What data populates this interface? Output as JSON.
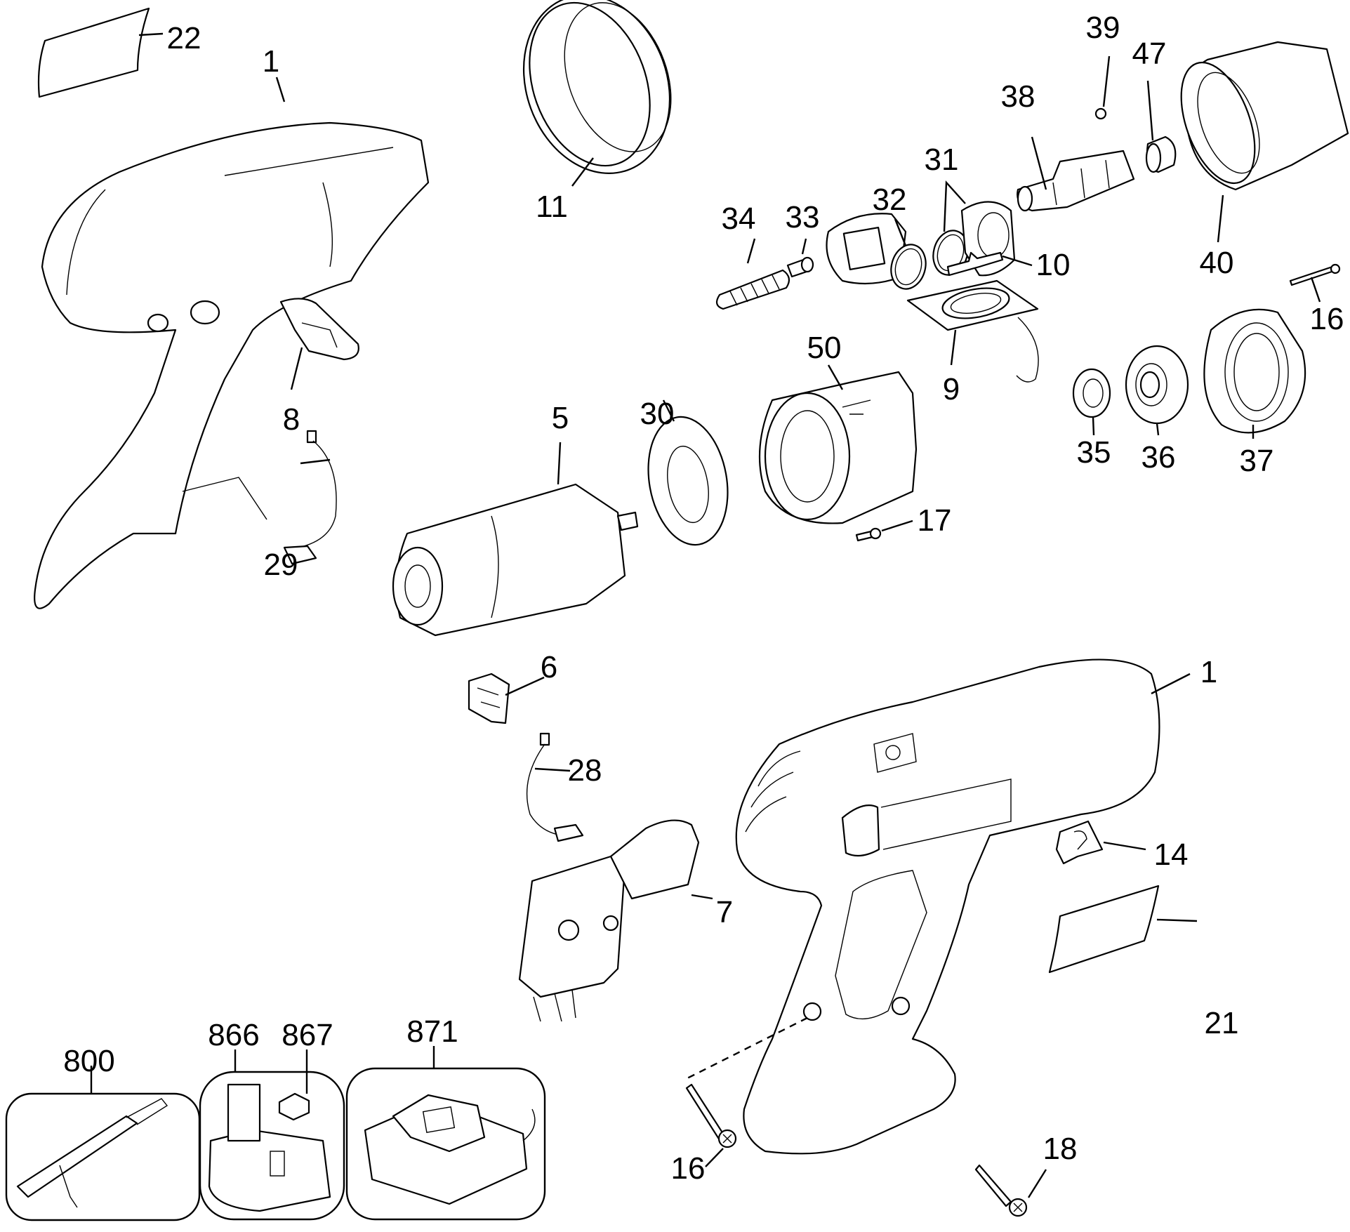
{
  "diagram": {
    "type": "exploded-parts-diagram",
    "subject": "cordless impact driver",
    "colors": {
      "line": "#000000",
      "background": "#ffffff"
    },
    "callouts": [
      {
        "id": "c22",
        "label": "22",
        "part": "label-plate-rear"
      },
      {
        "id": "c1a",
        "label": "1",
        "part": "housing-left-half"
      },
      {
        "id": "c11",
        "label": "11",
        "part": "nose-boot"
      },
      {
        "id": "c39",
        "label": "39",
        "part": "ball"
      },
      {
        "id": "c47",
        "label": "47",
        "part": "anvil-bushing"
      },
      {
        "id": "c38",
        "label": "38",
        "part": "anvil"
      },
      {
        "id": "c31",
        "label": "31",
        "part": "hammer-and-washer"
      },
      {
        "id": "c32",
        "label": "32",
        "part": "washer"
      },
      {
        "id": "c33",
        "label": "33",
        "part": "pin"
      },
      {
        "id": "c34",
        "label": "34",
        "part": "spring"
      },
      {
        "id": "c40",
        "label": "40",
        "part": "hammer-case"
      },
      {
        "id": "c10",
        "label": "10",
        "part": "clip"
      },
      {
        "id": "c9",
        "label": "9",
        "part": "light-assembly"
      },
      {
        "id": "c16a",
        "label": "16",
        "part": "screw"
      },
      {
        "id": "c35",
        "label": "35",
        "part": "washer"
      },
      {
        "id": "c36",
        "label": "36",
        "part": "bearing"
      },
      {
        "id": "c37",
        "label": "37",
        "part": "gear-case-cover"
      },
      {
        "id": "c50",
        "label": "50",
        "part": "gear-case"
      },
      {
        "id": "c17",
        "label": "17",
        "part": "screw"
      },
      {
        "id": "c30",
        "label": "30",
        "part": "motor-washer"
      },
      {
        "id": "c5",
        "label": "5",
        "part": "motor"
      },
      {
        "id": "c8",
        "label": "8",
        "part": "reversing-lever"
      },
      {
        "id": "c29",
        "label": "29",
        "part": "lead-wire"
      },
      {
        "id": "c6",
        "label": "6",
        "part": "brush-holder"
      },
      {
        "id": "c28",
        "label": "28",
        "part": "lead-wire"
      },
      {
        "id": "c7",
        "label": "7",
        "part": "switch"
      },
      {
        "id": "c1b",
        "label": "1",
        "part": "housing-right-half"
      },
      {
        "id": "c14",
        "label": "14",
        "part": "belt-clip-holder"
      },
      {
        "id": "c21",
        "label": "21",
        "part": "nameplate"
      },
      {
        "id": "c16b",
        "label": "16",
        "part": "screw"
      },
      {
        "id": "c18",
        "label": "18",
        "part": "screw"
      },
      {
        "id": "c800",
        "label": "800",
        "part": "accessory-tool"
      },
      {
        "id": "c866",
        "label": "866",
        "part": "battery-pack"
      },
      {
        "id": "c867",
        "label": "867",
        "part": "battery-cap"
      },
      {
        "id": "c871",
        "label": "871",
        "part": "charger"
      }
    ]
  }
}
